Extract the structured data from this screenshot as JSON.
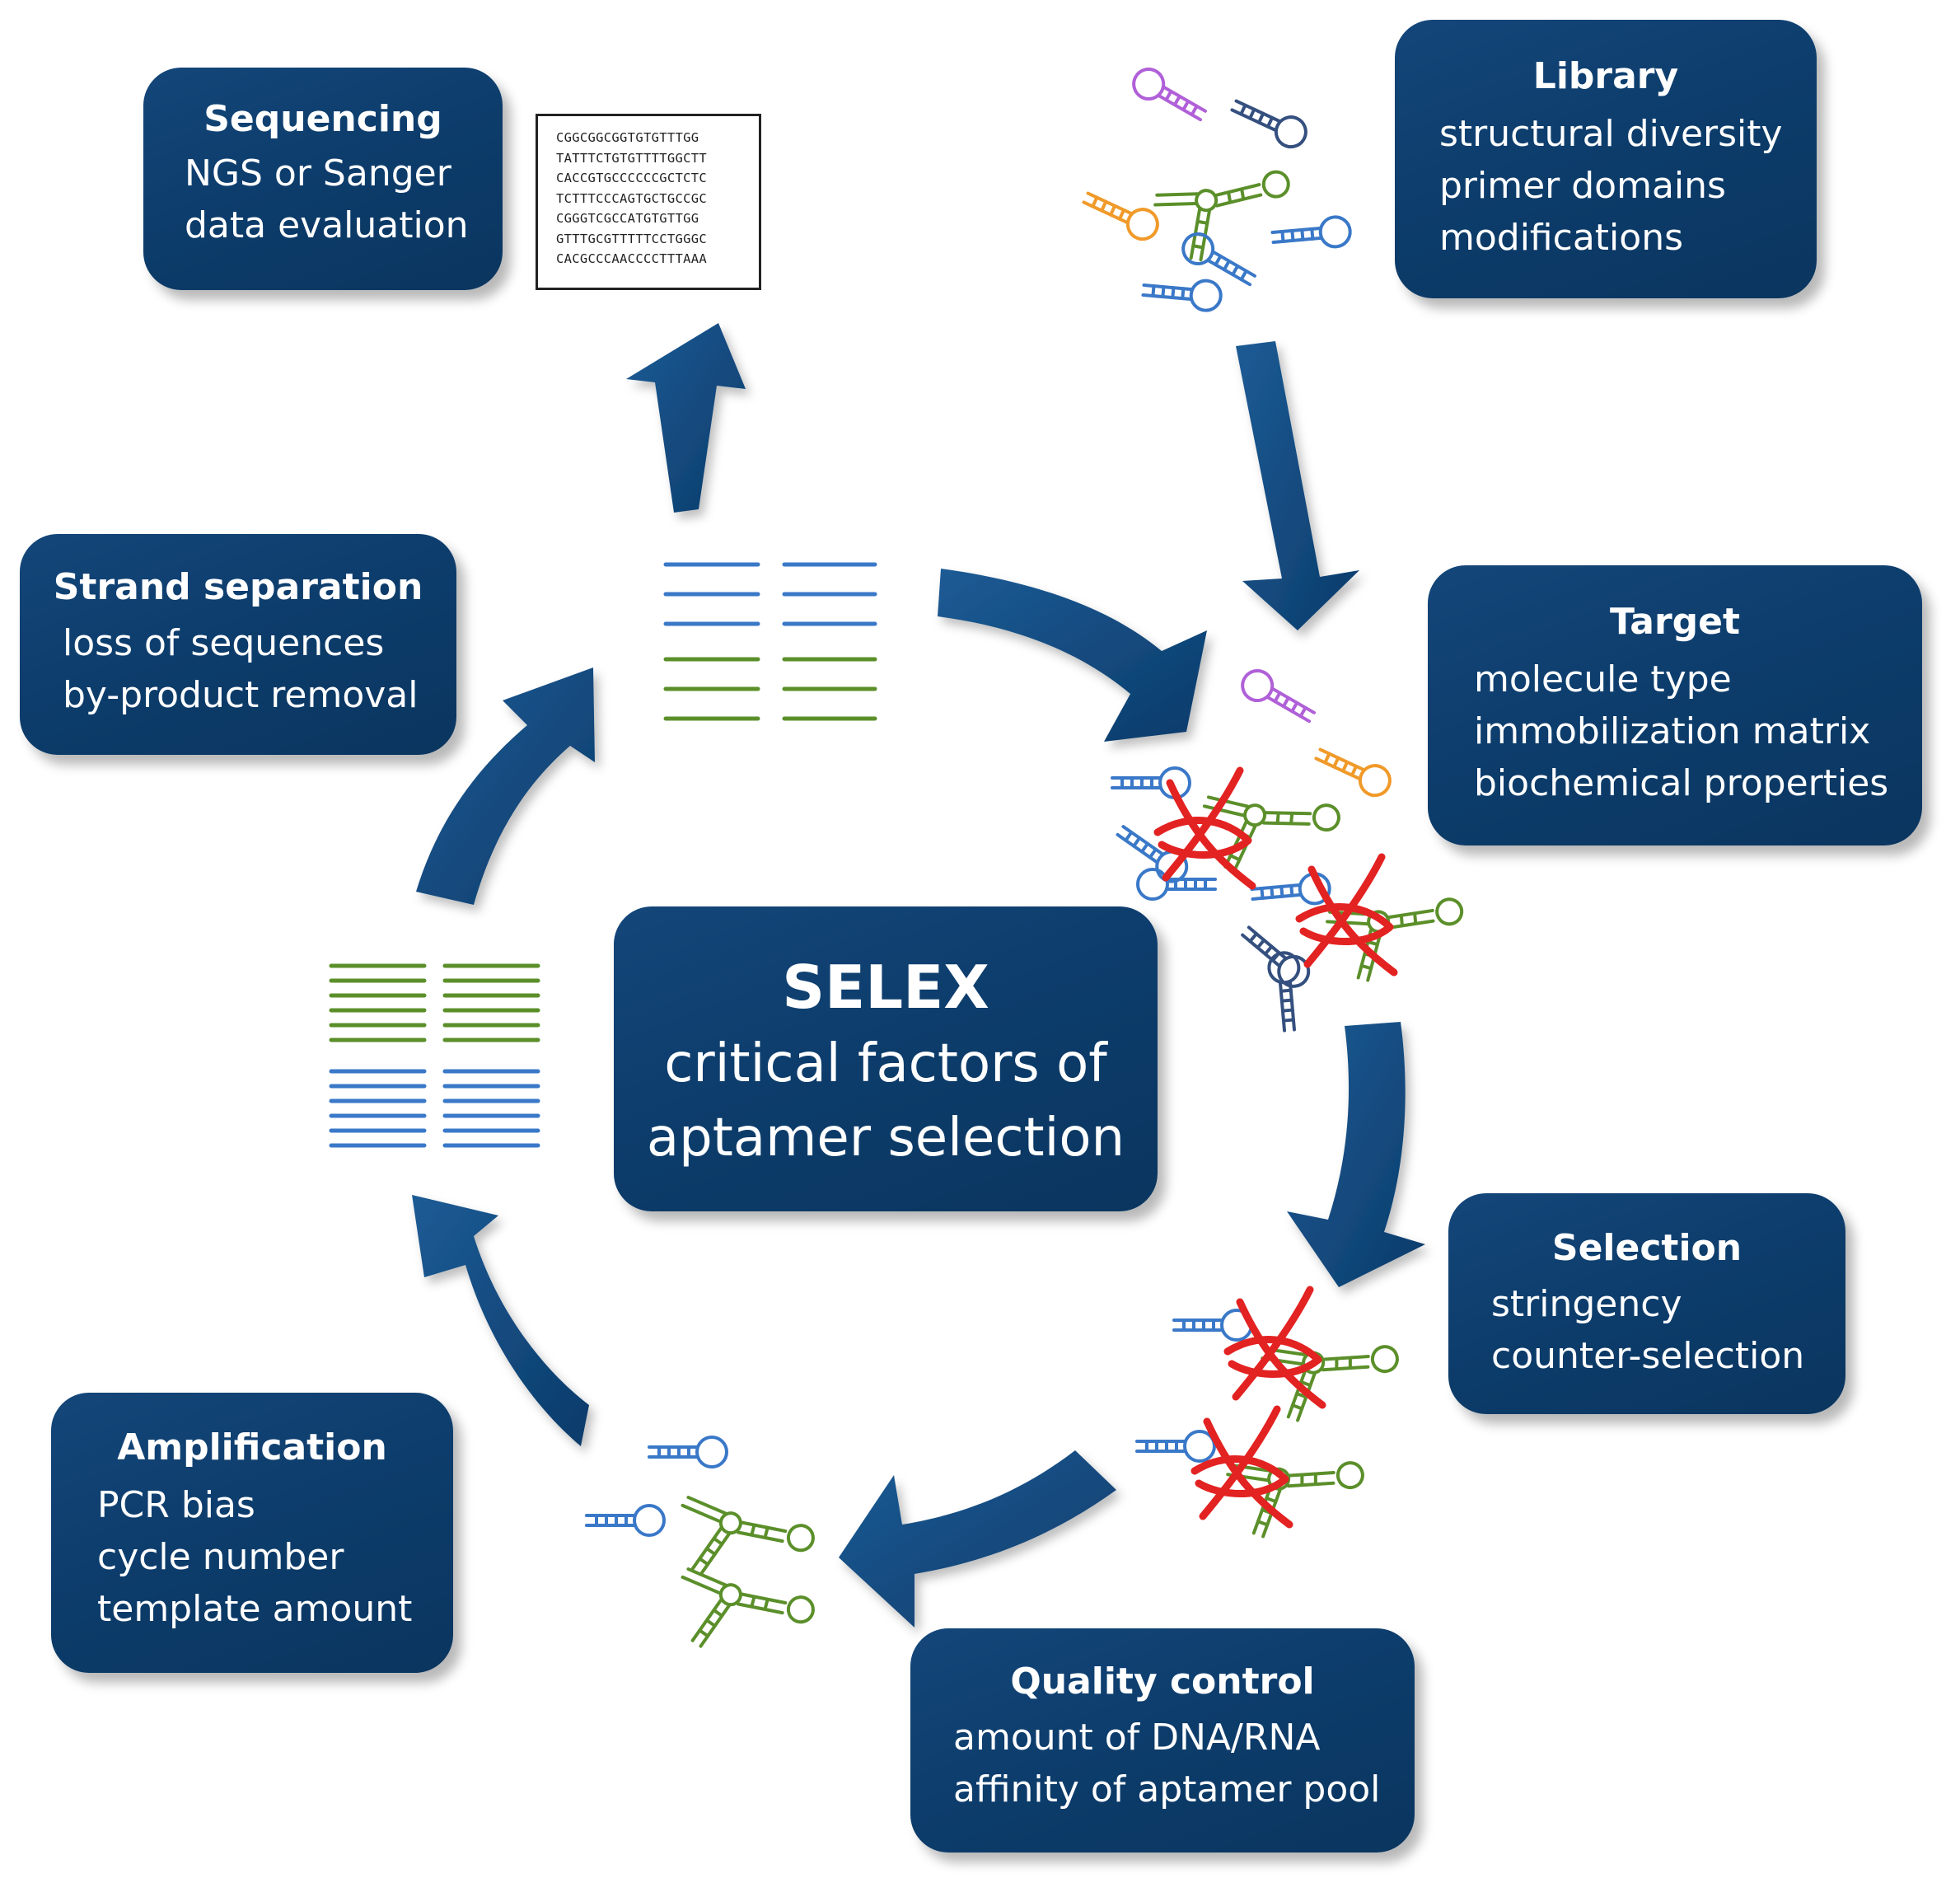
{
  "diagram": {
    "center": {
      "title": "SELEX",
      "lines": [
        "critical factors of",
        "aptamer selection"
      ]
    },
    "sequencing": {
      "title": "Sequencing",
      "lines": [
        "NGS or Sanger",
        "data evaluation"
      ]
    },
    "library": {
      "title": "Library",
      "lines": [
        "structural diversity",
        "primer domains",
        "modifications"
      ]
    },
    "target": {
      "title": "Target",
      "lines": [
        "molecule type",
        "immobilization matrix",
        "biochemical properties"
      ]
    },
    "strand_separation": {
      "title": "Strand separation",
      "lines": [
        "loss of sequences",
        "by-product removal"
      ]
    },
    "selection": {
      "title": "Selection",
      "lines": [
        "stringency",
        "counter-selection"
      ]
    },
    "amplification": {
      "title": "Amplification",
      "lines": [
        "PCR bias",
        "cycle number",
        "template amount"
      ]
    },
    "quality_control": {
      "title": "Quality control",
      "lines": [
        "amount of DNA/RNA",
        "affinity of aptamer pool"
      ]
    },
    "sequence_data": [
      "CGGCGGCGGTGTGTTTGG",
      "TATTTCTGTGTTTTGGCTT",
      "CACCGTGCCCCCCGCTCTC",
      "TCTTTCCCAGTGCTGCCGC",
      "CGGGTCGCCATGTGTTGG",
      "GTTTGCGTTTTTCCTGGGC",
      "CACGCCCAACCCCTTTAAA"
    ],
    "colors": {
      "box": "#0d3d6c",
      "arrow": "#0f4a7f",
      "dna_blue": "#3a78c8",
      "dna_green": "#5b8f2a",
      "target_red": "#e32222",
      "apt_purple": "#b060d8",
      "apt_orange": "#f09a2a",
      "apt_navy": "#35507f"
    }
  }
}
